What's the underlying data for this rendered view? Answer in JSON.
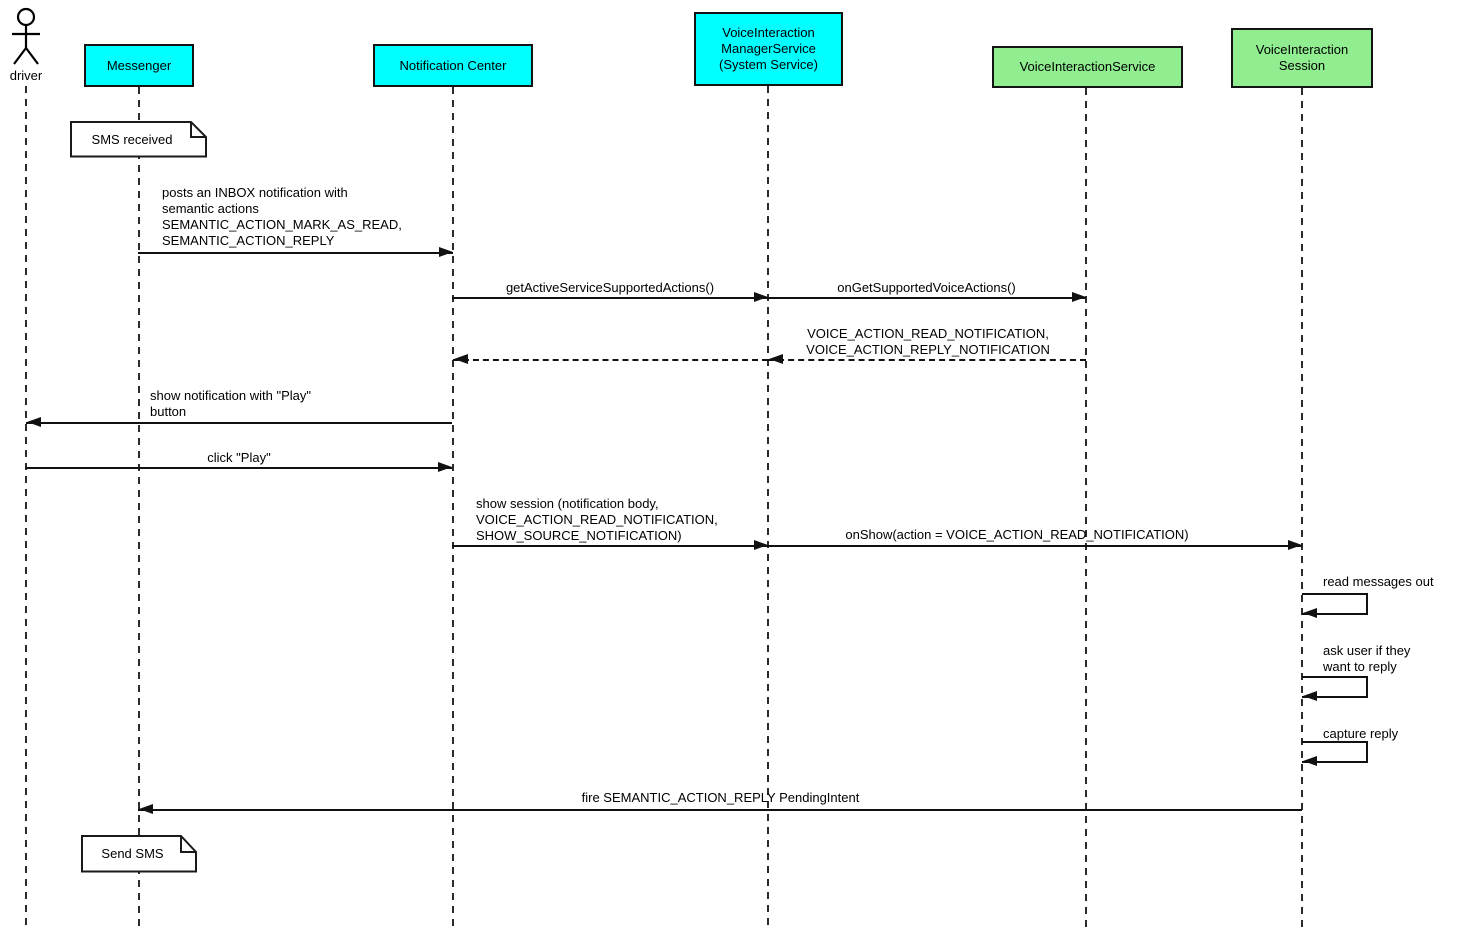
{
  "actor": {
    "label": "driver"
  },
  "participants": {
    "messenger": {
      "label": "Messenger"
    },
    "notification_center": {
      "label": "Notification Center"
    },
    "voice_interaction_manager_service": {
      "lines": [
        "VoiceInteraction",
        "ManagerService",
        "(System Service)"
      ]
    },
    "voice_interaction_service": {
      "label": "VoiceInteractionService"
    },
    "voice_interaction_session": {
      "lines": [
        "VoiceInteraction",
        "Session"
      ]
    }
  },
  "notes": {
    "sms_received": {
      "text": "SMS received"
    },
    "send_sms": {
      "text": "Send SMS"
    }
  },
  "messages": {
    "post_inbox": {
      "lines": [
        "posts an INBOX notification with",
        "semantic actions",
        "SEMANTIC_ACTION_MARK_AS_READ,",
        "SEMANTIC_ACTION_REPLY"
      ]
    },
    "get_active_service_supported_actions": {
      "label": "getActiveServiceSupportedActions()"
    },
    "on_get_supported_voice_actions": {
      "label": "onGetSupportedVoiceActions()"
    },
    "supported_actions_return": {
      "lines": [
        "VOICE_ACTION_READ_NOTIFICATION,",
        "VOICE_ACTION_REPLY_NOTIFICATION"
      ]
    },
    "show_notification": {
      "lines": [
        "show notification with \"Play\"",
        "button"
      ]
    },
    "click_play": {
      "label": "click \"Play\""
    },
    "show_session": {
      "lines": [
        "show session (notification body,",
        "VOICE_ACTION_READ_NOTIFICATION,",
        "SHOW_SOURCE_NOTIFICATION)"
      ]
    },
    "on_show": {
      "label": "onShow(action = VOICE_ACTION_READ_NOTIFICATION)"
    },
    "read_messages_out": {
      "label": "read messages out"
    },
    "ask_user": {
      "lines": [
        "ask user if they",
        "want to reply"
      ]
    },
    "capture_reply": {
      "label": "capture reply"
    },
    "fire_reply": {
      "label": "fire SEMANTIC_ACTION_REPLY PendingIntent"
    }
  },
  "colors": {
    "participant_cyan": "#00ffff",
    "participant_green": "#90ee90",
    "line": "#111111",
    "note_background": "#ffffff"
  }
}
